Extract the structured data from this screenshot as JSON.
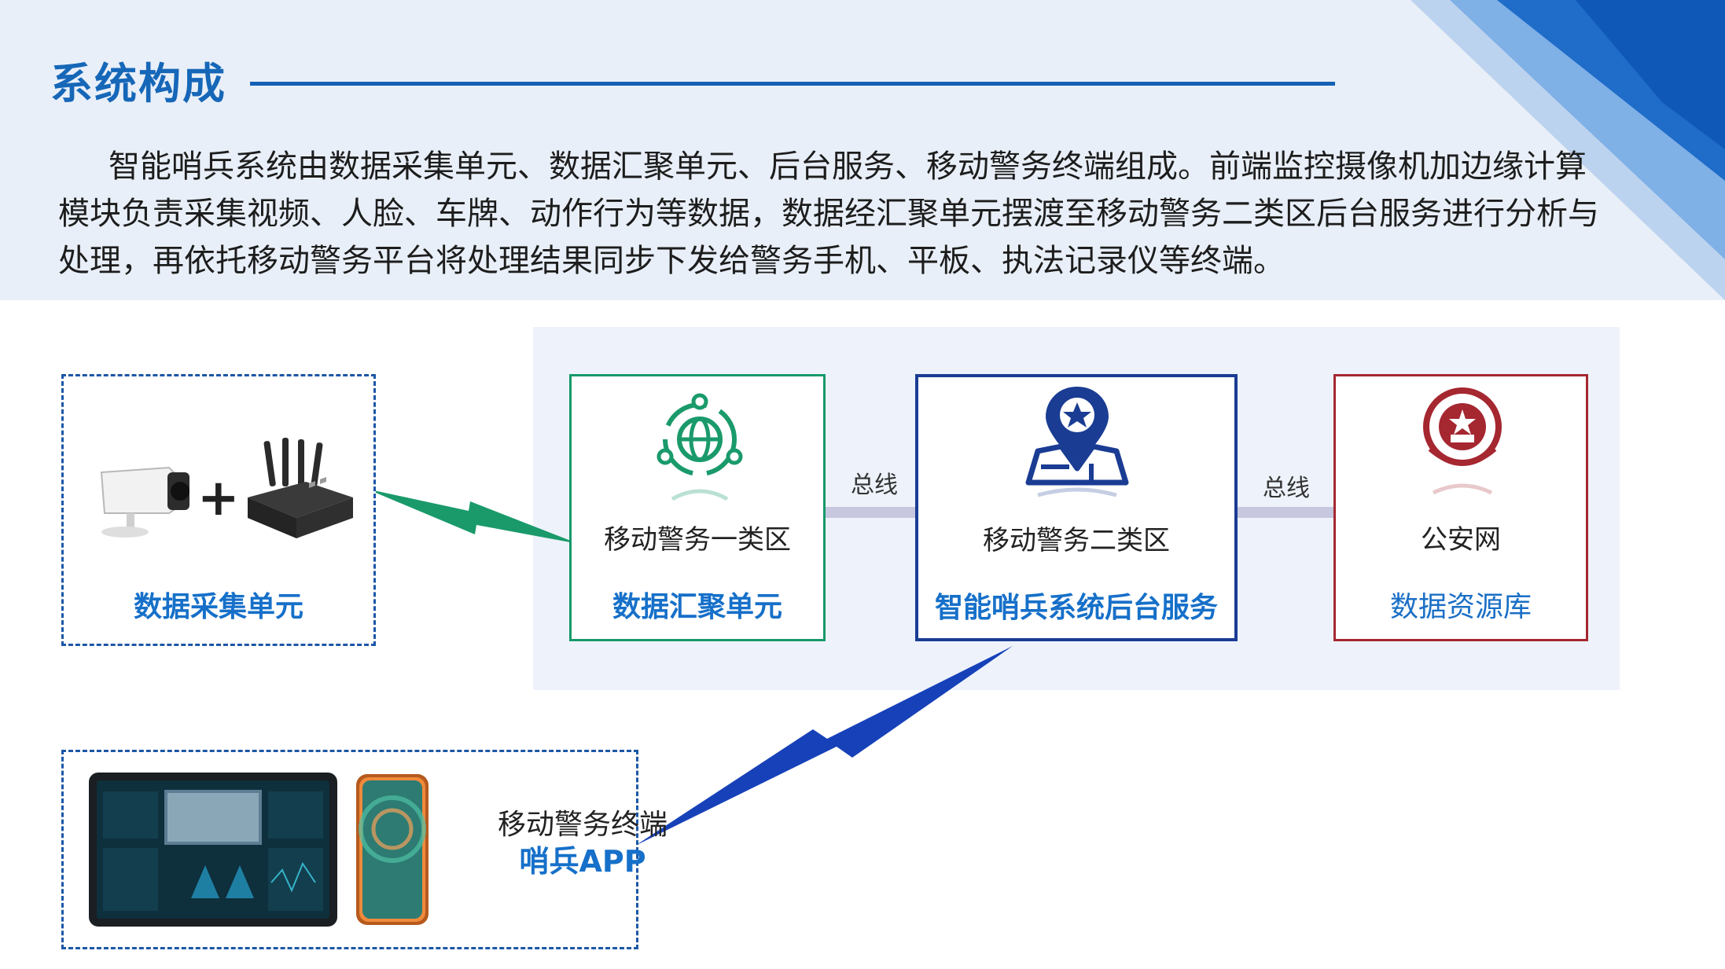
{
  "header": {
    "title": "系统构成",
    "intro": "智能哨兵系统由数据采集单元、数据汇聚单元、后台服务、移动警务终端组成。前端监控摄像机加边缘计算模块负责采集视频、人脸、车牌、动作行为等数据，数据经汇聚单元摆渡至移动警务二类区后台服务进行分析与处理，再依托移动警务平台将处理结果同步下发给警务手机、平板、执法记录仪等终端。"
  },
  "diagram": {
    "collect_unit": {
      "label": "数据采集单元",
      "plus": "+"
    },
    "aggregation": {
      "zone": "移动警务一类区",
      "label": "数据汇聚单元"
    },
    "backend": {
      "zone": "移动警务二类区",
      "label": "智能哨兵系统后台服务"
    },
    "psb": {
      "zone": "公安网",
      "label": "数据资源库"
    },
    "bus_label_1": "总线",
    "bus_label_2": "总线",
    "terminal": {
      "name": "移动警务终端",
      "app": "哨兵APP"
    }
  },
  "colors": {
    "title_blue": "#1667b8",
    "aggregation_green": "#16996a",
    "backend_navy": "#1a3c93",
    "psb_red": "#a52730",
    "label_blue": "#1670c9",
    "bolt_green": "#1a9a6b",
    "bolt_blue": "#1641b8"
  },
  "icons": [
    "camera-icon",
    "edge-compute-module-icon",
    "globe-network-icon",
    "police-location-icon",
    "police-emblem-icon",
    "tablet-device-icon",
    "phone-device-icon"
  ]
}
